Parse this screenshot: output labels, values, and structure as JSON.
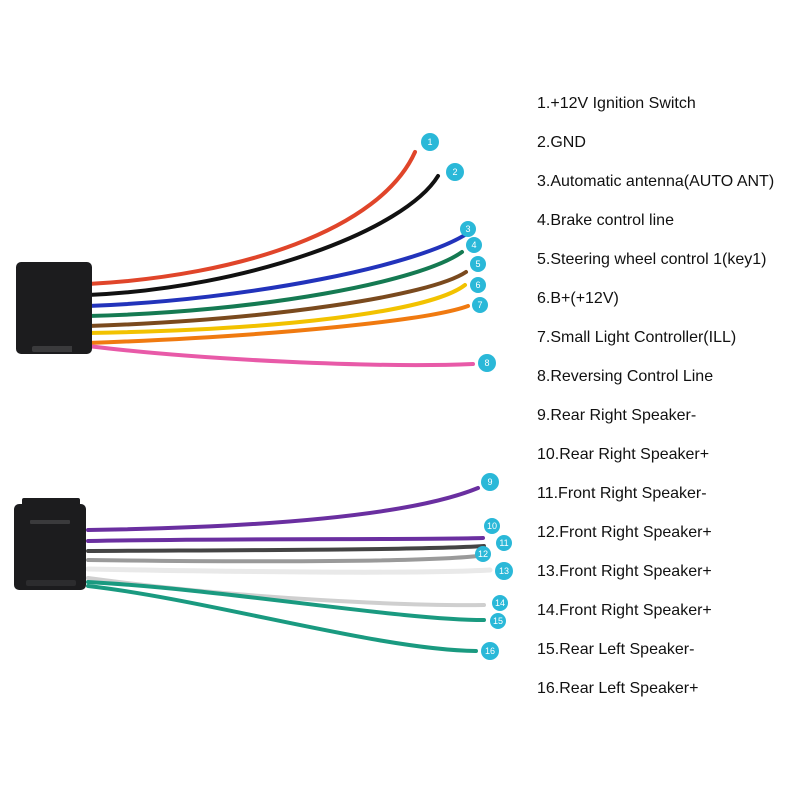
{
  "legend": [
    "1.+12V Ignition Switch",
    "2.GND",
    "3.Automatic antenna(AUTO ANT)",
    "4.Brake control line",
    "5.Steering wheel control 1(key1)",
    "6.B+(+12V)",
    "7.Small Light Controller(ILL)",
    "8.Reversing Control Line",
    "9.Rear Right Speaker-",
    "10.Rear Right Speaker+",
    "11.Front Right Speaker-",
    "12.Front Right Speaker+",
    "13.Front Right Speaker+",
    "14.Front Right Speaker+",
    "15.Rear Left Speaker-",
    "16.Rear Left Speaker+"
  ],
  "badges": [
    "1",
    "2",
    "3",
    "4",
    "5",
    "6",
    "7",
    "8",
    "9",
    "10",
    "11",
    "12",
    "13",
    "14",
    "15",
    "16"
  ],
  "colors": {
    "badge": "#2ab8d8",
    "connector": "#1c1c1e",
    "wires": [
      "#e0452a",
      "#111111",
      "#2233bb",
      "#157a52",
      "#7a4a1e",
      "#f2c200",
      "#f07a10",
      "#e85aa8",
      "#6a2fa0",
      "#6a2fa0",
      "#444444",
      "#9a9a9a",
      "#e9e9e9",
      "#cfcfcf",
      "#1a9a80",
      "#1a9a80"
    ]
  }
}
